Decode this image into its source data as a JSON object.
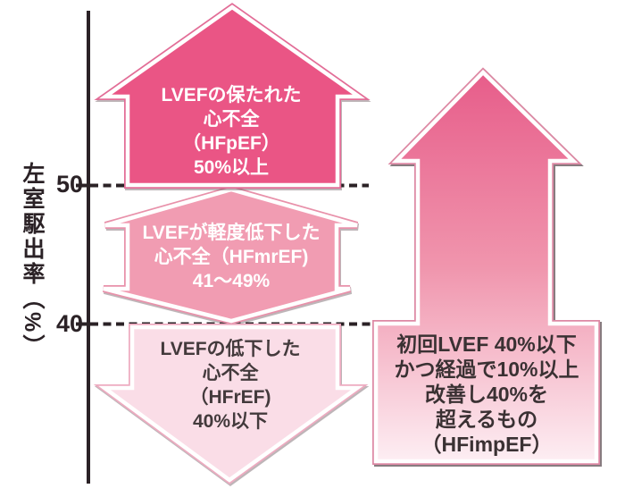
{
  "axis": {
    "label": "左室駆出率（%）",
    "tick_upper": "50",
    "tick_lower": "40",
    "line_color": "#2b2226"
  },
  "arrows": {
    "hfpef": {
      "lines": [
        "LVEFの保たれた",
        "心不全",
        "（HFpEF）",
        "50%以上"
      ],
      "fill": "#ea5585",
      "outline": "#e26d97",
      "text_color": "#ffffff"
    },
    "hfmref": {
      "lines": [
        "LVEFが軽度低下した",
        "心不全（HFmrEF)",
        "41〜49%"
      ],
      "fill": "#f19cb2",
      "outline": "#e891aa",
      "text_color": "#ffffff"
    },
    "hfref": {
      "lines": [
        "LVEFの低下した",
        "心不全",
        "（HFrEF)",
        "40%以下"
      ],
      "fill": "#fadde7",
      "outline": "#edabc0",
      "text_color": "#433a3c"
    },
    "hfimpef": {
      "lines": [
        "初回LVEF 40%以下",
        "かつ経過で10%以上",
        "改善し40%を",
        "超えるもの",
        "（HFimpEF）"
      ],
      "gradient_top": "#e75d8a",
      "gradient_mid": "#f095ad",
      "gradient_bottom": "#fdeef3",
      "outline": "#dd89a4",
      "text_color": "#3a3133"
    }
  }
}
